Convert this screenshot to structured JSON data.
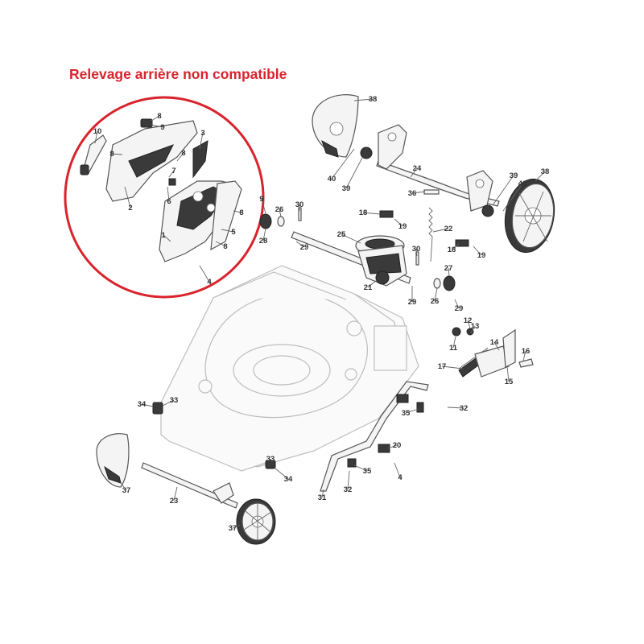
{
  "notice": {
    "text": "Relevage arrière non compatible",
    "color": "#d9232d"
  },
  "highlight_color": "#d9232d",
  "callouts": [
    {
      "id": "c1",
      "label": "1"
    },
    {
      "id": "c2",
      "label": "2"
    },
    {
      "id": "c3",
      "label": "3"
    },
    {
      "id": "c4",
      "label": "4"
    },
    {
      "id": "c5",
      "label": "5"
    },
    {
      "id": "c6",
      "label": "6"
    },
    {
      "id": "c7",
      "label": "7"
    },
    {
      "id": "c8a",
      "label": "8"
    },
    {
      "id": "c8b",
      "label": "8"
    },
    {
      "id": "c8c",
      "label": "8"
    },
    {
      "id": "c8d",
      "label": "8"
    },
    {
      "id": "c8e",
      "label": "8"
    },
    {
      "id": "c9a",
      "label": "9"
    },
    {
      "id": "c9b",
      "label": "9"
    },
    {
      "id": "c10",
      "label": "10"
    },
    {
      "id": "c11",
      "label": "11"
    },
    {
      "id": "c12",
      "label": "12"
    },
    {
      "id": "c13",
      "label": "13"
    },
    {
      "id": "c14",
      "label": "14"
    },
    {
      "id": "c15",
      "label": "15"
    },
    {
      "id": "c16",
      "label": "16"
    },
    {
      "id": "c17",
      "label": "17"
    },
    {
      "id": "c18a",
      "label": "18"
    },
    {
      "id": "c18b",
      "label": "18"
    },
    {
      "id": "c19a",
      "label": "19"
    },
    {
      "id": "c19b",
      "label": "19"
    },
    {
      "id": "c20",
      "label": "20"
    },
    {
      "id": "c21",
      "label": "21"
    },
    {
      "id": "c22",
      "label": "22"
    },
    {
      "id": "c23",
      "label": "23"
    },
    {
      "id": "c24",
      "label": "24"
    },
    {
      "id": "c25",
      "label": "25"
    },
    {
      "id": "c26a",
      "label": "26"
    },
    {
      "id": "c26b",
      "label": "26"
    },
    {
      "id": "c27",
      "label": "27"
    },
    {
      "id": "c28",
      "label": "28"
    },
    {
      "id": "c29a",
      "label": "29"
    },
    {
      "id": "c29b",
      "label": "29"
    },
    {
      "id": "c29c",
      "label": "29"
    },
    {
      "id": "c30a",
      "label": "30"
    },
    {
      "id": "c30b",
      "label": "30"
    },
    {
      "id": "c31",
      "label": "31"
    },
    {
      "id": "c32a",
      "label": "32"
    },
    {
      "id": "c32b",
      "label": "32"
    },
    {
      "id": "c33a",
      "label": "33"
    },
    {
      "id": "c33b",
      "label": "33"
    },
    {
      "id": "c34a",
      "label": "34"
    },
    {
      "id": "c34b",
      "label": "34"
    },
    {
      "id": "c35a",
      "label": "35"
    },
    {
      "id": "c35b",
      "label": "35"
    },
    {
      "id": "c36",
      "label": "36"
    },
    {
      "id": "c37a",
      "label": "37"
    },
    {
      "id": "c37b",
      "label": "37"
    },
    {
      "id": "c38a",
      "label": "38"
    },
    {
      "id": "c38b",
      "label": "38"
    },
    {
      "id": "c39a",
      "label": "39"
    },
    {
      "id": "c39b",
      "label": "39"
    },
    {
      "id": "c40a",
      "label": "40"
    },
    {
      "id": "c40b",
      "label": "40"
    },
    {
      "id": "c4b",
      "label": "4"
    }
  ]
}
